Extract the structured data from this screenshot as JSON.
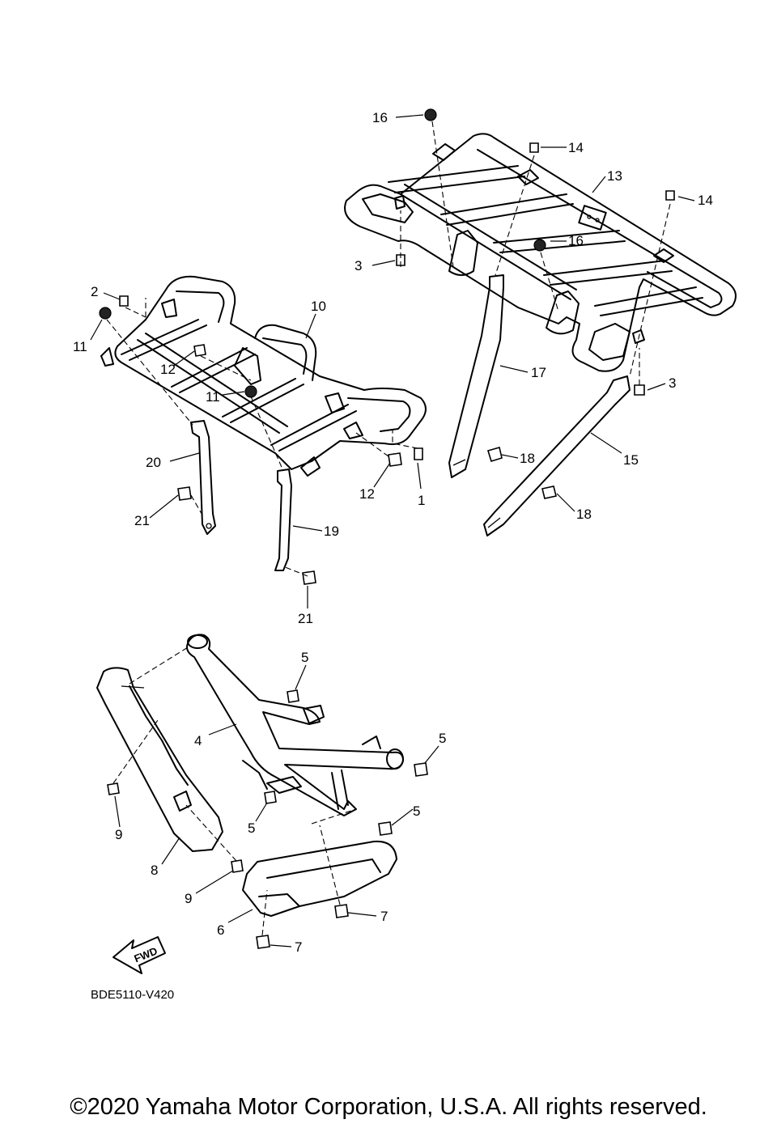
{
  "diagram_code": "BDE5110-V420",
  "fwd_label": "FWD",
  "copyright": "©2020 Yamaha Motor Corporation, U.S.A. All rights reserved.",
  "callouts": {
    "c1": "1",
    "c2": "2",
    "c3a": "3",
    "c3b": "3",
    "c4": "4",
    "c5a": "5",
    "c5b": "5",
    "c5c": "5",
    "c5d": "5",
    "c6": "6",
    "c7a": "7",
    "c7b": "7",
    "c8": "8",
    "c9a": "9",
    "c9b": "9",
    "c10": "10",
    "c11a": "11",
    "c11b": "11",
    "c12a": "12",
    "c12b": "12",
    "c13": "13",
    "c14a": "14",
    "c14b": "14",
    "c15": "15",
    "c16a": "16",
    "c16b": "16",
    "c17": "17",
    "c18a": "18",
    "c18b": "18",
    "c19": "19",
    "c20": "20",
    "c21a": "21",
    "c21b": "21"
  }
}
